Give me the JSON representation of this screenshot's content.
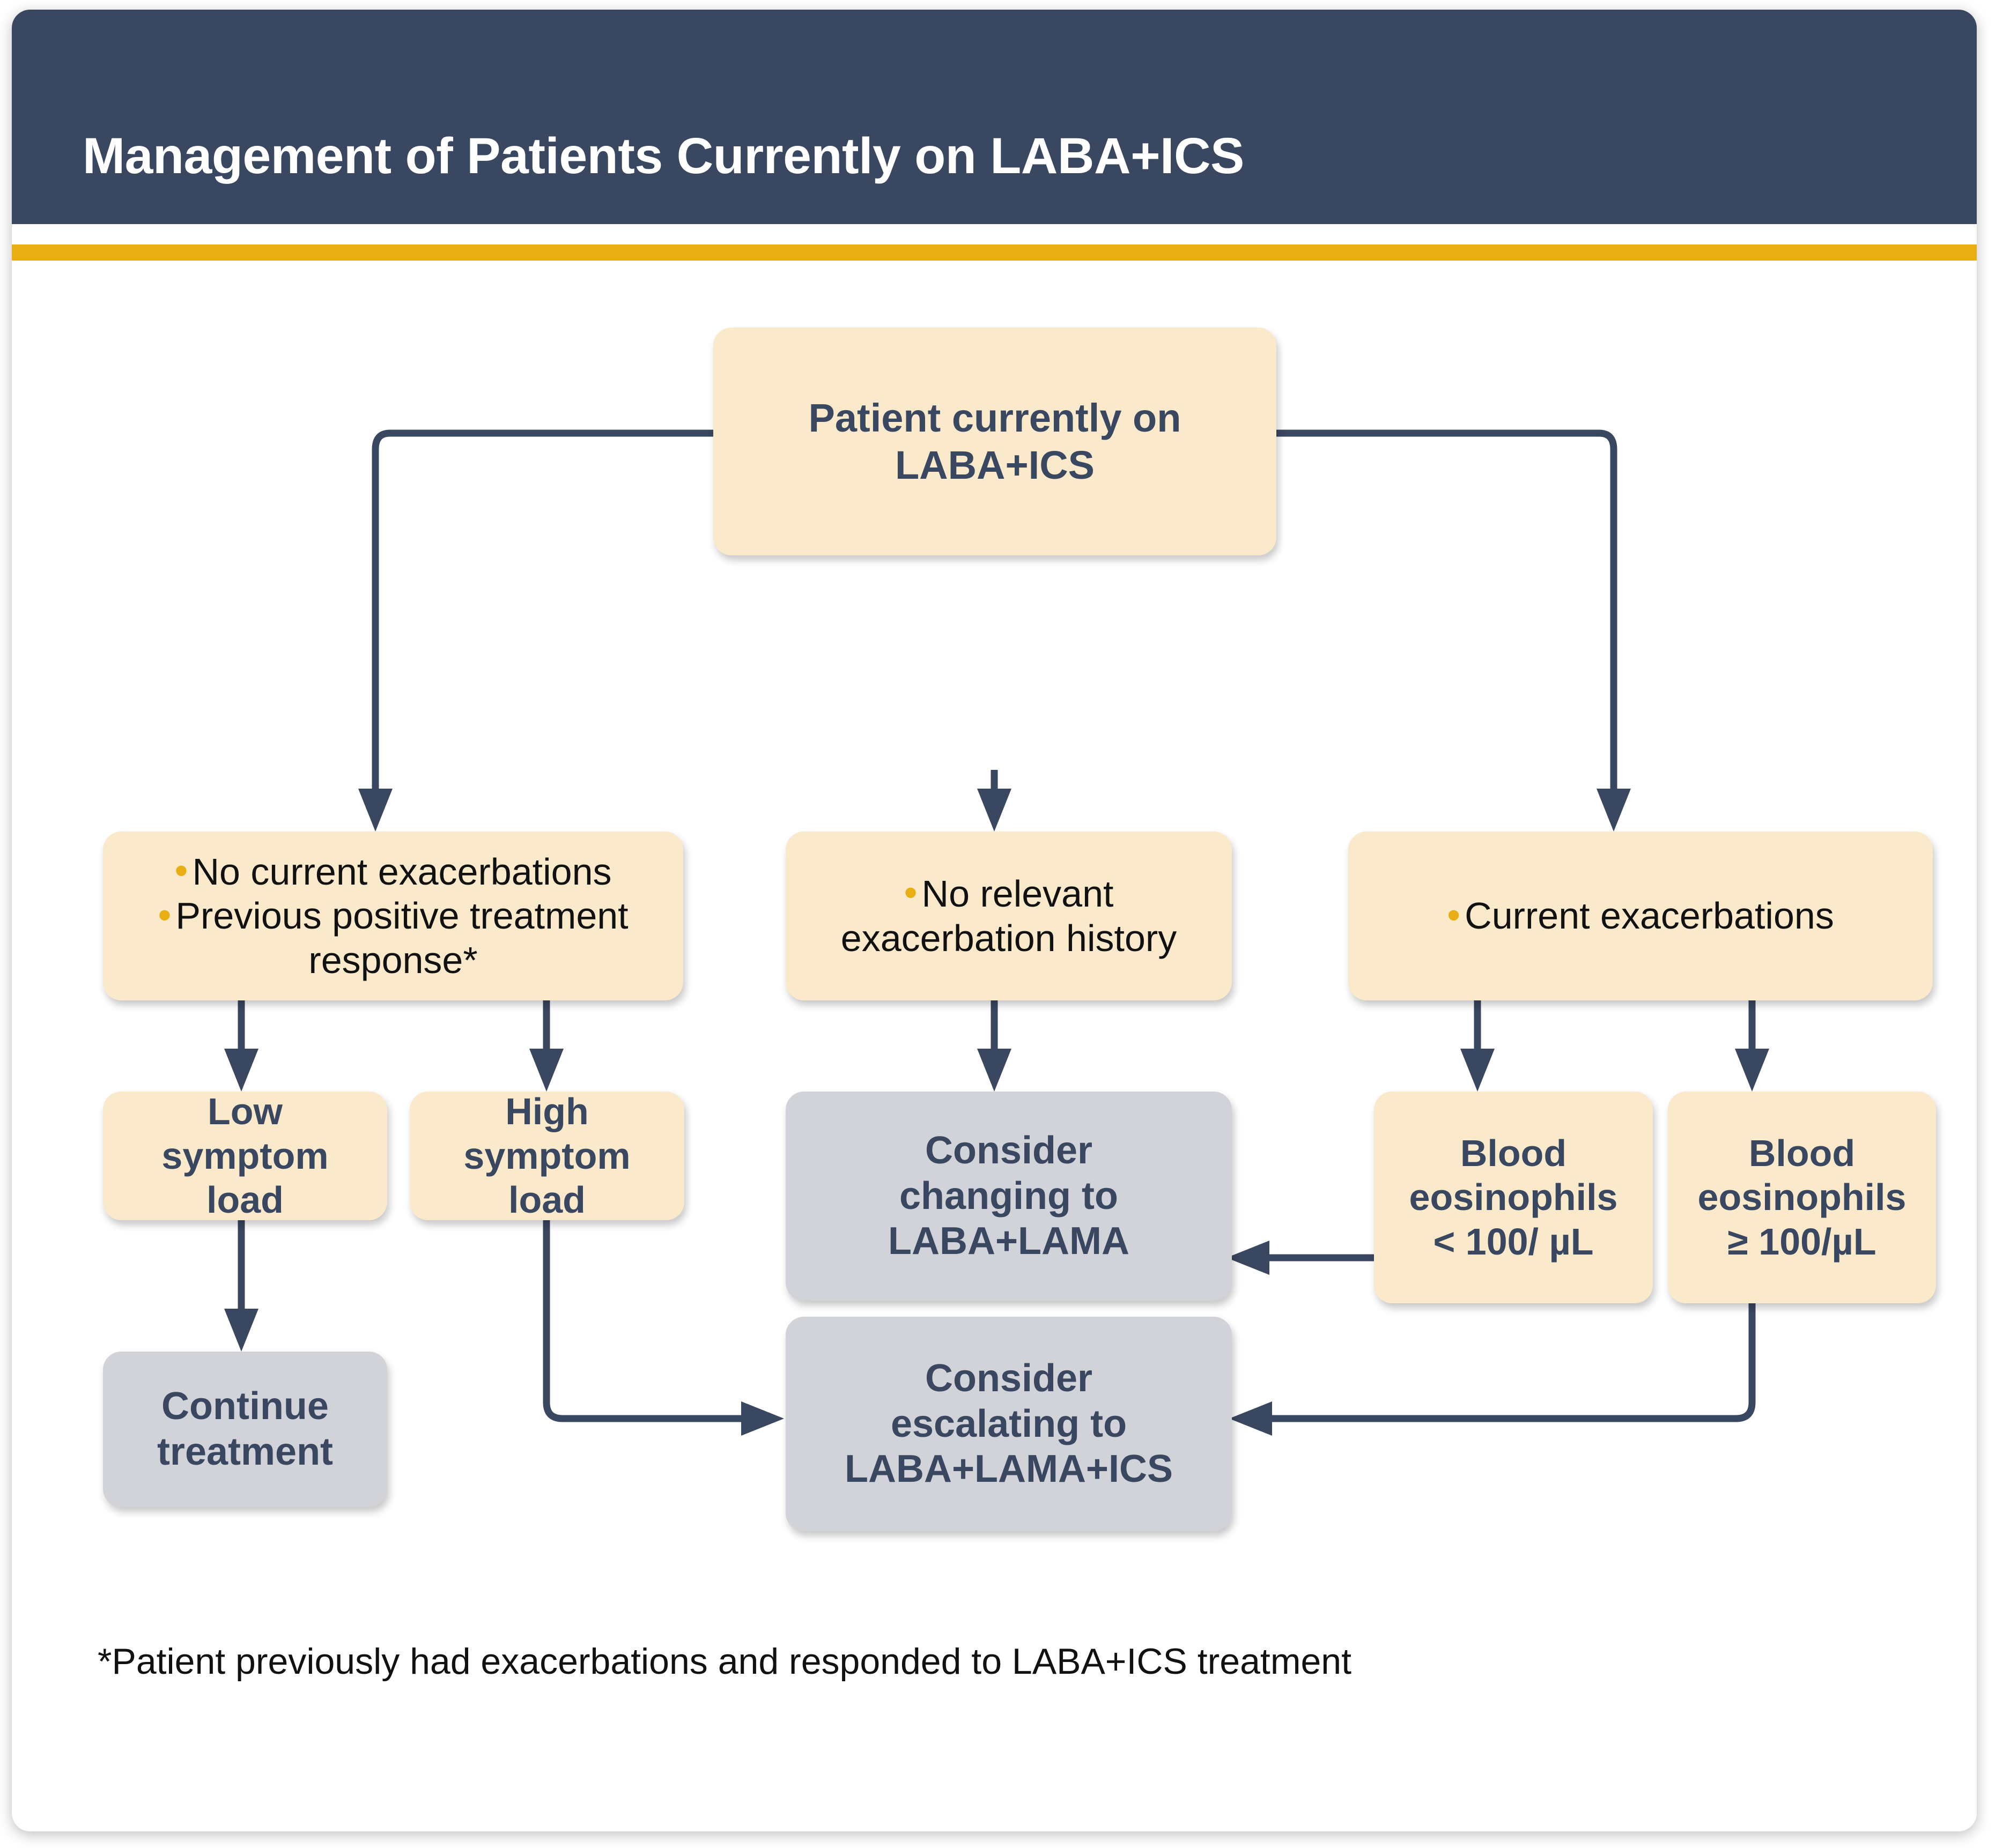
{
  "header": {
    "title": "Management of Patients Currently on LABA+ICS",
    "bar_color": "#3a4760",
    "accent_color": "#e8ae13"
  },
  "colors": {
    "cream_node": "#faeacb",
    "grey_node": "#d2d3d9",
    "connector": "#3a4760",
    "bullet": "#e8ae13",
    "bold_text": "#3a4760",
    "plain_text": "#111111"
  },
  "nodes": {
    "root": {
      "line1": "Patient currently on",
      "line2": "LABA+ICS"
    },
    "branch_left": {
      "bullet1": "No current exacerbations",
      "bullet2": "Previous positive treatment response*"
    },
    "branch_middle": {
      "bullet1": "No relevant exacerbation history"
    },
    "branch_right": {
      "bullet1": "Current exacerbations"
    },
    "low_symptom": {
      "line1": "Low",
      "line2": "symptom",
      "line3": "load"
    },
    "high_symptom": {
      "line1": "High",
      "line2": "symptom",
      "line3": "load"
    },
    "consider_changing": {
      "line1": "Consider",
      "line2": "changing to",
      "line3": "LABA+LAMA"
    },
    "eos_low": {
      "line1": "Blood",
      "line2": "eosinophils",
      "line3": "< 100/ µL"
    },
    "eos_high": {
      "line1": "Blood",
      "line2": "eosinophils",
      "line3": "≥ 100/µL"
    },
    "continue_treatment": {
      "line1": "Continue",
      "line2": "treatment"
    },
    "consider_escalating": {
      "line1": "Consider",
      "line2": "escalating to",
      "line3": "LABA+LAMA+ICS"
    }
  },
  "footnote": {
    "text": "*Patient previously had exacerbations and responded to LABA+ICS treatment"
  }
}
